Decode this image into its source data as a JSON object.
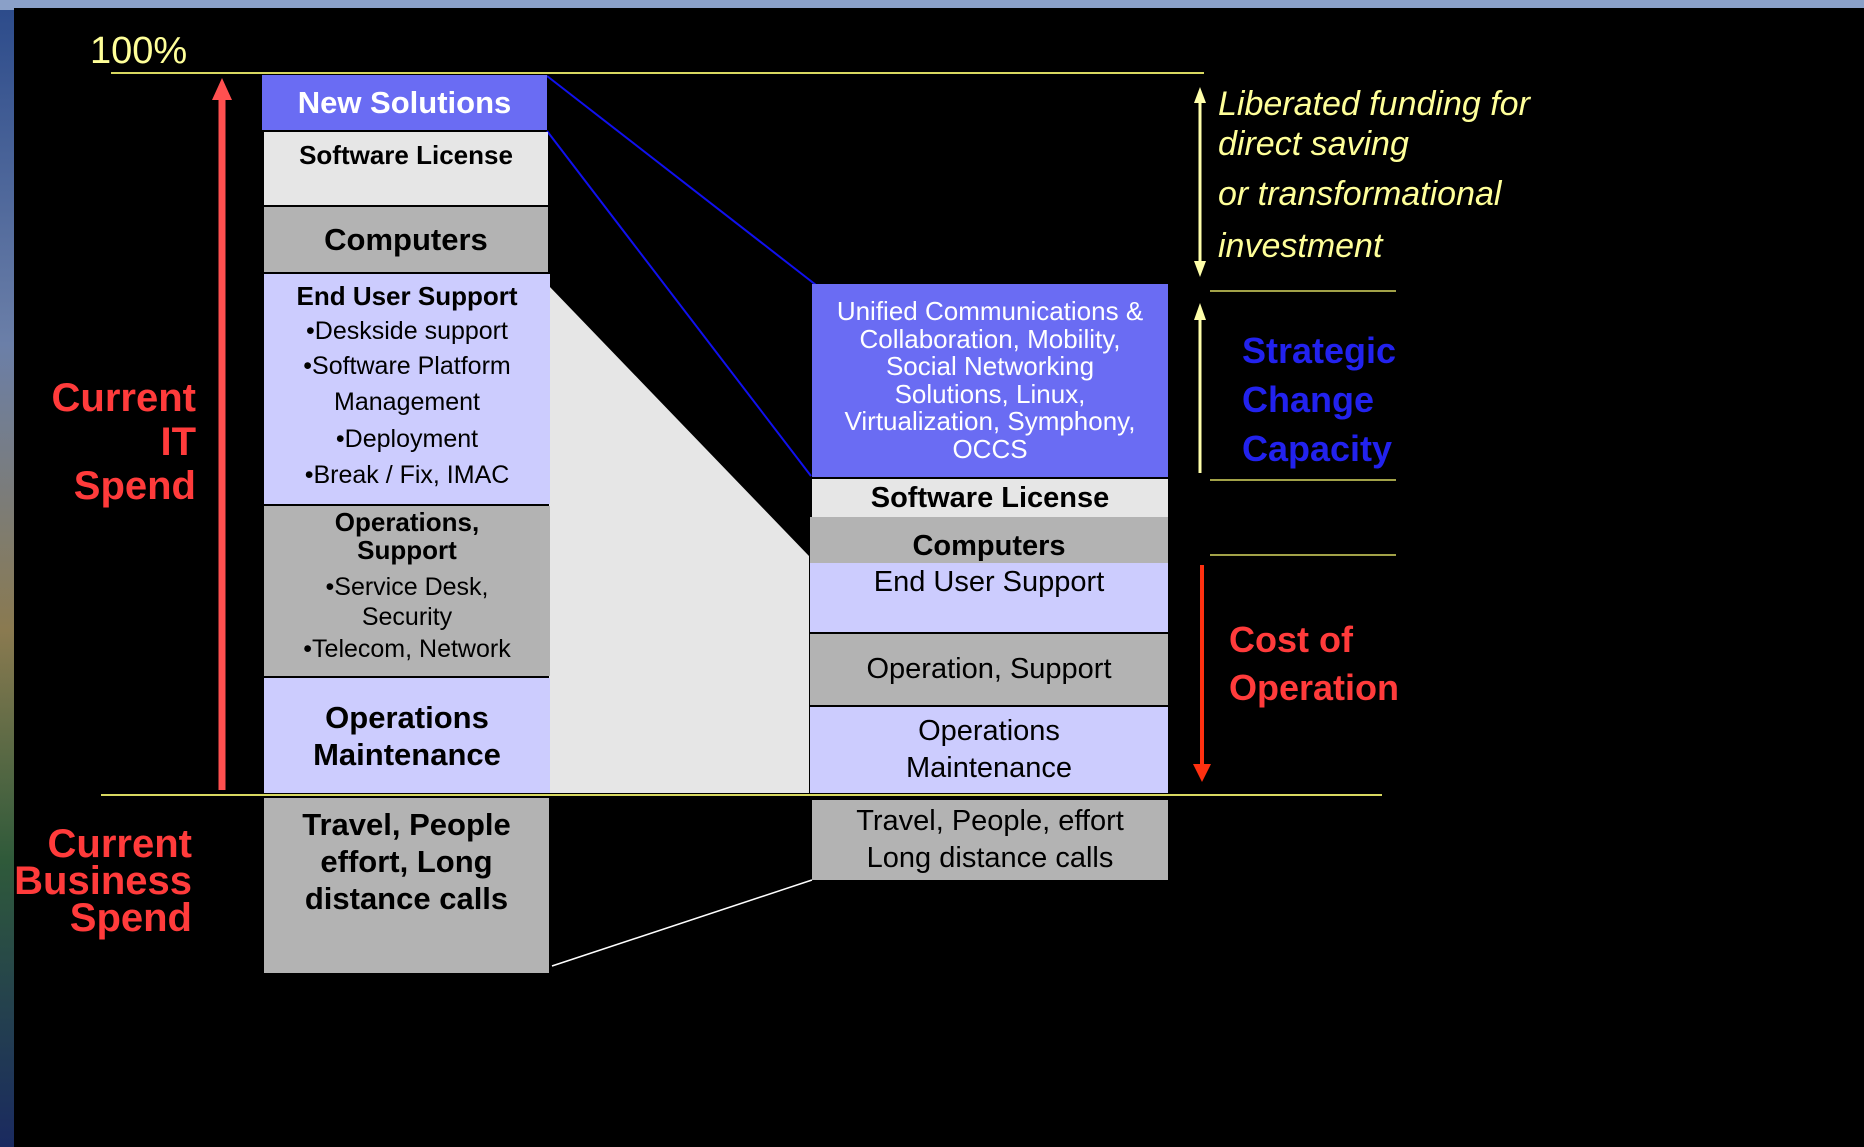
{
  "scale_label": "100%",
  "left_labels": {
    "it_spend": [
      "Current IT",
      "Spend"
    ],
    "business_spend": [
      "Current",
      "Business",
      "Spend"
    ]
  },
  "left_stack": {
    "new_solutions": "New Solutions",
    "software_license": "Software License",
    "computers": "Computers",
    "end_user_support": {
      "title": "End User Support",
      "items": [
        "•Deskside support",
        "•Software Platform",
        "Management",
        "•Deployment",
        "•Break / Fix, IMAC"
      ]
    },
    "operations_support": {
      "title": [
        "Operations,",
        "Support"
      ],
      "items": [
        "•Service Desk,",
        "Security",
        "•Telecom, Network"
      ]
    },
    "operations_maintenance": [
      "Operations",
      "Maintenance"
    ],
    "travel": [
      "Travel, People",
      "effort, Long",
      "distance calls"
    ]
  },
  "right_stack": {
    "new_solutions_detail": [
      "Unified Communications &",
      "Collaboration, Mobility,",
      "Social Networking",
      "Solutions, Linux,",
      "Virtualization, Symphony,",
      "OCCS"
    ],
    "software_license": "Software License",
    "computers": "Computers",
    "end_user_support": "End User Support",
    "operation_support": "Operation, Support",
    "operations_maintenance": [
      "Operations",
      "Maintenance"
    ],
    "travel": [
      "Travel, People, effort",
      "Long distance calls"
    ]
  },
  "right_labels": {
    "liberated": [
      "Liberated funding for",
      "direct saving",
      "or transformational",
      "investment"
    ],
    "strategic": [
      "Strategic",
      "Change",
      "Capacity"
    ],
    "cost": [
      "Cost of",
      "Operation"
    ]
  },
  "colors": {
    "background": "#000000",
    "lavender": "#ccccfe",
    "gray": "#b3b3b3",
    "light_gray": "#e6e6e6",
    "blue_box": "#6a6cf3",
    "red_label": "#ff3b3b",
    "strategic_blue": "#2222ee",
    "yellow": "#ffff99"
  }
}
